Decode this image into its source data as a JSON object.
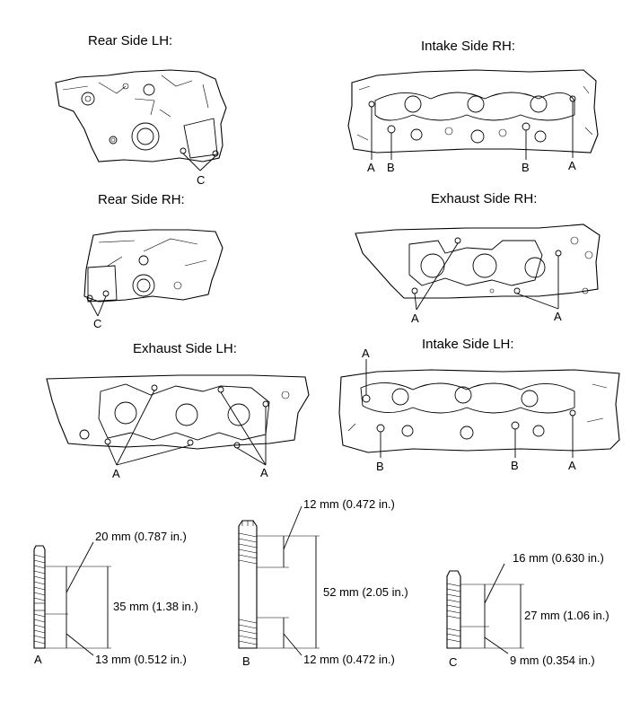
{
  "views": {
    "rear_lh": "Rear Side LH:",
    "intake_rh": "Intake Side RH:",
    "rear_rh": "Rear Side RH:",
    "exhaust_rh": "Exhaust Side RH:",
    "exhaust_lh": "Exhaust Side LH:",
    "intake_lh": "Intake Side LH:"
  },
  "callouts": {
    "a": "A",
    "b": "B",
    "c": "C"
  },
  "studs": {
    "a": {
      "label": "A",
      "upper": "20 mm (0.787 in.)",
      "total": "35 mm (1.38 in.)",
      "lower": "13 mm (0.512 in.)"
    },
    "b": {
      "label": "B",
      "upper": "12 mm (0.472 in.)",
      "total": "52 mm (2.05 in.)",
      "lower": "12 mm (0.472 in.)"
    },
    "c": {
      "label": "C",
      "upper": "16 mm (0.630 in.)",
      "total": "27 mm (1.06 in.)",
      "lower": "9 mm (0.354 in.)"
    }
  }
}
